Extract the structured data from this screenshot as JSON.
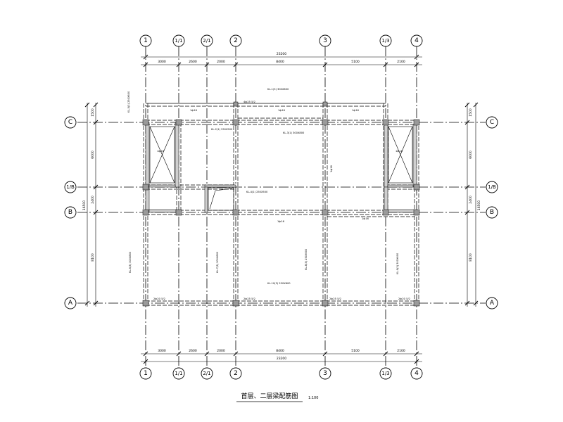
{
  "drawing": {
    "title": "首层、二层梁配筋图",
    "scale": "1:100"
  },
  "grid_x": [
    {
      "label": "1"
    },
    {
      "label": "1/1"
    },
    {
      "label": "2/1"
    },
    {
      "label": "2"
    },
    {
      "label": "3"
    },
    {
      "label": "1/3"
    },
    {
      "label": "4"
    }
  ],
  "grid_y": [
    {
      "label": "C"
    },
    {
      "label": "1/B"
    },
    {
      "label": "B"
    },
    {
      "label": "A"
    }
  ],
  "dimensions": {
    "top_spans": [
      "3000",
      "2600",
      "2000",
      "8400",
      "5100",
      "2100"
    ],
    "top_total": "23200",
    "bottom_spans": [
      "3000",
      "2600",
      "2000",
      "8400",
      "5100",
      "2100"
    ],
    "bottom_total": "23200",
    "left_spans": [
      "1500",
      "6000",
      "2400",
      "8100"
    ],
    "left_total": "16500",
    "right_spans": [
      "1500",
      "6000",
      "2400",
      "8100"
    ],
    "right_total": "16500"
  },
  "beam_notes": [
    {
      "text": "KL-1(3) 300X600"
    },
    {
      "text": "KL-2(1) 250X500"
    },
    {
      "text": "KL-3(1) 300X800"
    },
    {
      "text": "KL-4(1) 250X500"
    },
    {
      "text": "KL-5(3) 250X600"
    },
    {
      "text": "KL-6(3) 300X800"
    },
    {
      "text": "KL-7(3) 300X800"
    },
    {
      "text": "KL-8(3) 250X600"
    },
    {
      "text": "KL-9(3) 300X600"
    },
    {
      "text": "KL-10(3) 250X600"
    }
  ],
  "support_notes": [
    {
      "text": "1ф16"
    },
    {
      "text": "1ф16"
    },
    {
      "text": "4ф25 5/2"
    },
    {
      "text": "1ф16"
    },
    {
      "text": "1ф16"
    },
    {
      "text": "1ф16"
    },
    {
      "text": "1ф16"
    },
    {
      "text": "2ф20 5/2"
    },
    {
      "text": "2ф25 5/2"
    },
    {
      "text": "2ф25 5/2"
    },
    {
      "text": "2ф20 5/2"
    }
  ],
  "shaft_notes": [
    {
      "text": "1ф16"
    },
    {
      "text": "1ф16"
    }
  ]
}
